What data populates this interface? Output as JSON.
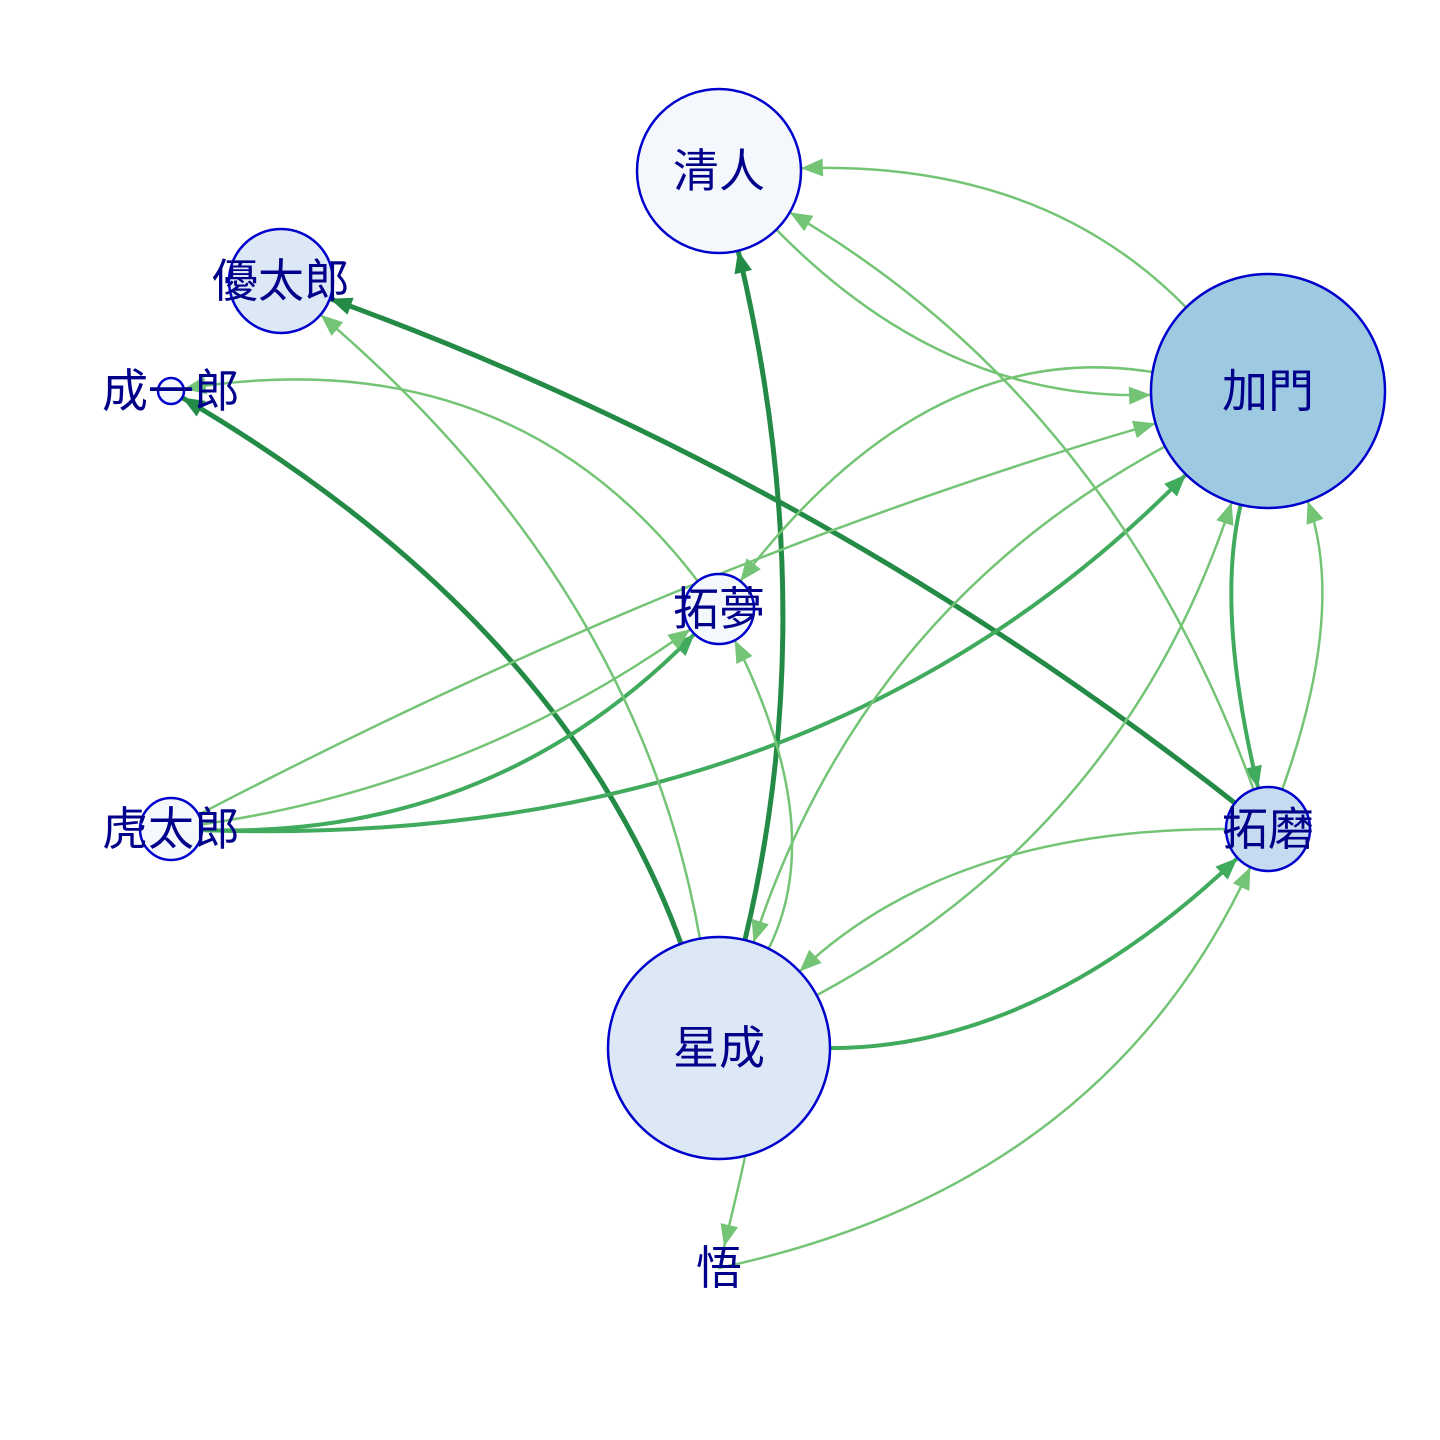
{
  "colors": {
    "node_stroke": "#0000cd",
    "label": "#00008b",
    "edge_light": "#74c476",
    "edge_mid": "#41ab5d",
    "edge_dark": "#238b45"
  },
  "nodes": [
    {
      "id": "kiyoto",
      "label": "清人",
      "fill": "#f4f8fd"
    },
    {
      "id": "yutaro",
      "label": "優太郎",
      "fill": "#dce8f5"
    },
    {
      "id": "seiichiro",
      "label": "成一郎",
      "fill": "#f4f8fd"
    },
    {
      "id": "kado",
      "label": "加門",
      "fill": "#9ecae1"
    },
    {
      "id": "takumu",
      "label": "拓夢",
      "fill": "#f4f8fd"
    },
    {
      "id": "kotaro",
      "label": "虎太郎",
      "fill": "#f4f8fd"
    },
    {
      "id": "takuma",
      "label": "拓磨",
      "fill": "#c6dbef"
    },
    {
      "id": "seina",
      "label": "星成",
      "fill": "#dce8f5"
    },
    {
      "id": "satoru",
      "label": "悟",
      "fill": "#ffffff"
    }
  ],
  "edges": [
    {
      "from": "seina",
      "to": "kiyoto",
      "weight": 3
    },
    {
      "from": "takuma",
      "to": "yutaro",
      "weight": 3
    },
    {
      "from": "seina",
      "to": "seiichiro",
      "weight": 3
    },
    {
      "from": "kotaro",
      "to": "kado",
      "weight": 2
    },
    {
      "from": "kotaro",
      "to": "takumu",
      "weight": 2
    },
    {
      "from": "seina",
      "to": "takuma",
      "weight": 2
    },
    {
      "from": "kado",
      "to": "takuma",
      "weight": 2
    },
    {
      "from": "kiyoto",
      "to": "kado",
      "weight": 1
    },
    {
      "from": "kado",
      "to": "kiyoto",
      "weight": 1
    },
    {
      "from": "takuma",
      "to": "kiyoto",
      "weight": 1
    },
    {
      "from": "seina",
      "to": "yutaro",
      "weight": 1
    },
    {
      "from": "kado",
      "to": "takumu",
      "weight": 1
    },
    {
      "from": "takumu",
      "to": "seiichiro",
      "weight": 1
    },
    {
      "from": "kotaro",
      "to": "takumu",
      "weight": 1
    },
    {
      "from": "seina",
      "to": "takumu",
      "weight": 1
    },
    {
      "from": "kotaro",
      "to": "kado",
      "weight": 1
    },
    {
      "from": "kado",
      "to": "seina",
      "weight": 1
    },
    {
      "from": "seina",
      "to": "kado",
      "weight": 1
    },
    {
      "from": "takuma",
      "to": "kado",
      "weight": 1
    },
    {
      "from": "takuma",
      "to": "seina",
      "weight": 1
    },
    {
      "from": "satoru",
      "to": "takuma",
      "weight": 1
    },
    {
      "from": "seina",
      "to": "satoru",
      "weight": 1
    }
  ]
}
